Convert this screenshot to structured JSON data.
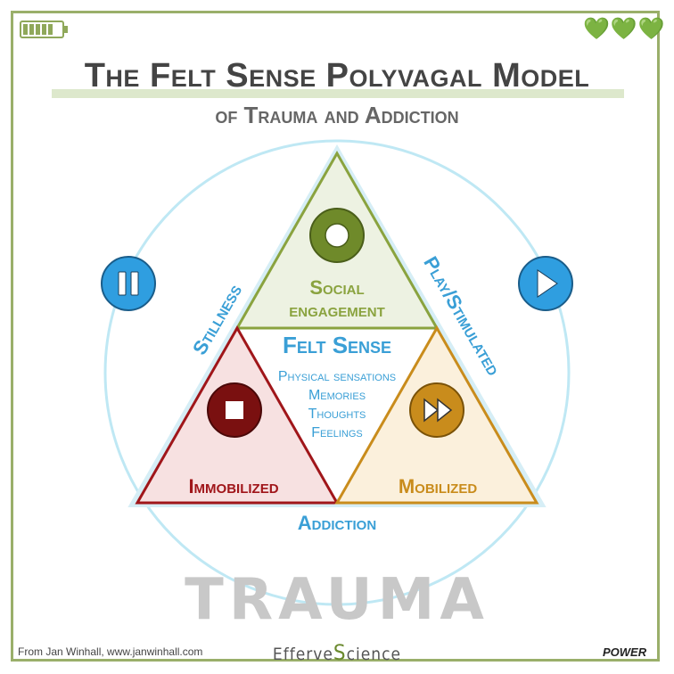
{
  "title": "The Felt Sense Polyvagal Model",
  "subtitle": "of Trauma and Addiction",
  "hearts": "💚💚💚",
  "regions": {
    "top": "Social",
    "top2": "engagement",
    "center": "Felt Sense",
    "center_items": [
      "Physical sensations",
      "Memories",
      "Thoughts",
      "Feelings"
    ],
    "left": "Immobilized",
    "right": "Mobilized"
  },
  "arcs": {
    "left": "Stillness",
    "right": "Play/Stimulated",
    "bottom": "Addiction"
  },
  "base_word": "TRAUMA",
  "footer": {
    "credit": "From Jan Winhall, www.janwinhall.com",
    "brand_a": "Efferve",
    "brand_b": "S",
    "brand_c": "cience",
    "power": "POWER"
  },
  "colors": {
    "frame": "#9aaf6a",
    "social": "#8aa33f",
    "immobilized": "#a0161a",
    "mobilized": "#c98c1c",
    "blue": "#3a9fd6",
    "circle": "#bfe8f4"
  },
  "icons": [
    "battery-icon",
    "heart-icon",
    "pause-icon",
    "play-icon",
    "circle-icon",
    "stop-icon",
    "fast-forward-icon"
  ]
}
